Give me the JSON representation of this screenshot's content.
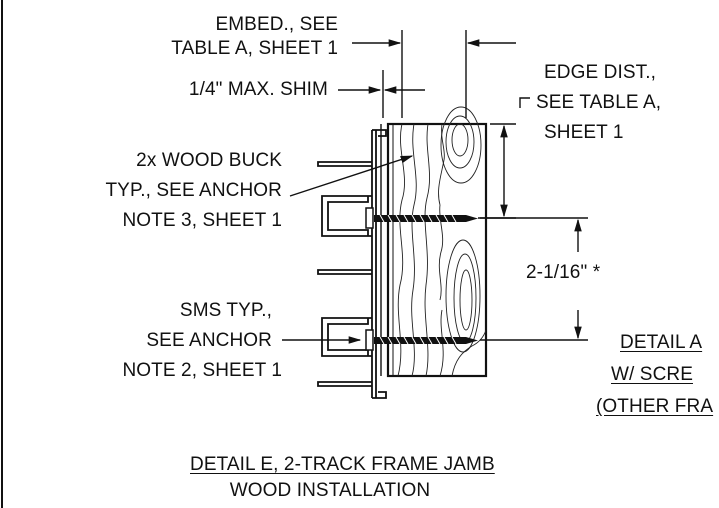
{
  "labels": {
    "embed_line1": "EMBED., SEE",
    "embed_line2": "TABLE A, SHEET 1",
    "shim": "1/4\" MAX. SHIM",
    "edge_line1": "EDGE DIST.,",
    "edge_line2": "SEE TABLE A,",
    "edge_line3": "SHEET 1",
    "buck_line1": "2x WOOD BUCK",
    "buck_line2": "TYP., SEE ANCHOR",
    "buck_line3": "NOTE 3, SHEET 1",
    "spacing": "2-1/16\" *",
    "sms_line1": "SMS TYP.,",
    "sms_line2": "SEE ANCHOR",
    "sms_line3": "NOTE 2, SHEET 1",
    "detail_a_line1": "DETAIL A",
    "detail_a_line2": "W/ SCRE",
    "detail_a_line3": "(OTHER FRA",
    "title_line1": "DETAIL E, 2-TRACK FRAME JAMB",
    "title_line2": "WOOD INSTALLATION"
  },
  "colors": {
    "ink": "#111111",
    "paper": "#ffffff"
  }
}
